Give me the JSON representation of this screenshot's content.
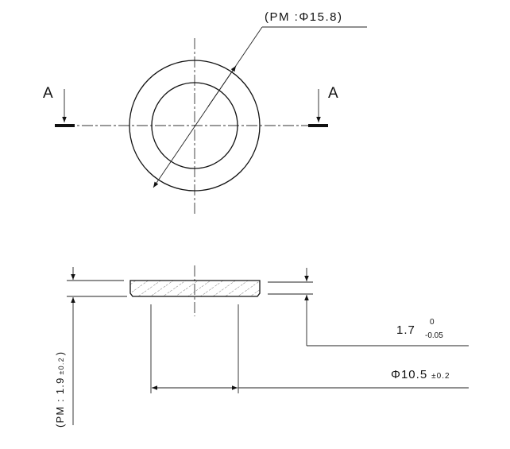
{
  "section_label": "A",
  "dimensions": {
    "outer_diameter": "(PM :Φ15.8)",
    "thickness": "1.7",
    "thickness_upper_tol": "0",
    "thickness_lower_tol": "-0.05",
    "inner_diameter": "Φ10.5",
    "inner_diameter_tol": "±0.2",
    "overall_height": "(PM : 1.9",
    "overall_height_tol": "±0.2",
    "overall_height_close": ")"
  }
}
